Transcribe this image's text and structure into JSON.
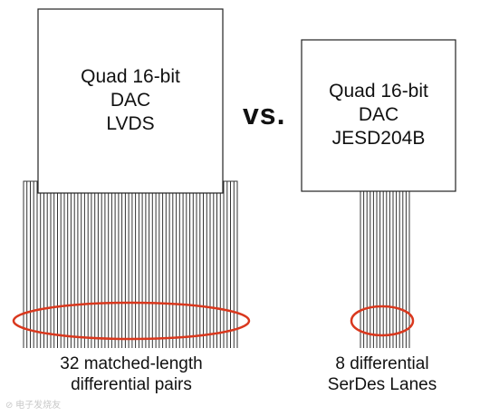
{
  "lvds_chip": {
    "lines": [
      "Quad 16-bit",
      "DAC",
      "LVDS"
    ]
  },
  "vs_label": "vs.",
  "jesd_chip": {
    "lines": [
      "Quad 16-bit",
      "DAC",
      "JESD204B"
    ]
  },
  "lvds_caption": {
    "lines": [
      "32 matched-length",
      "differential pairs"
    ]
  },
  "jesd_caption": {
    "lines": [
      "8 differential",
      "SerDes Lanes"
    ]
  },
  "watermark": "⊘ 电子发烧友",
  "colors": {
    "ellipse": "#d9381e",
    "line": "#333333",
    "box_border": "#222222"
  }
}
